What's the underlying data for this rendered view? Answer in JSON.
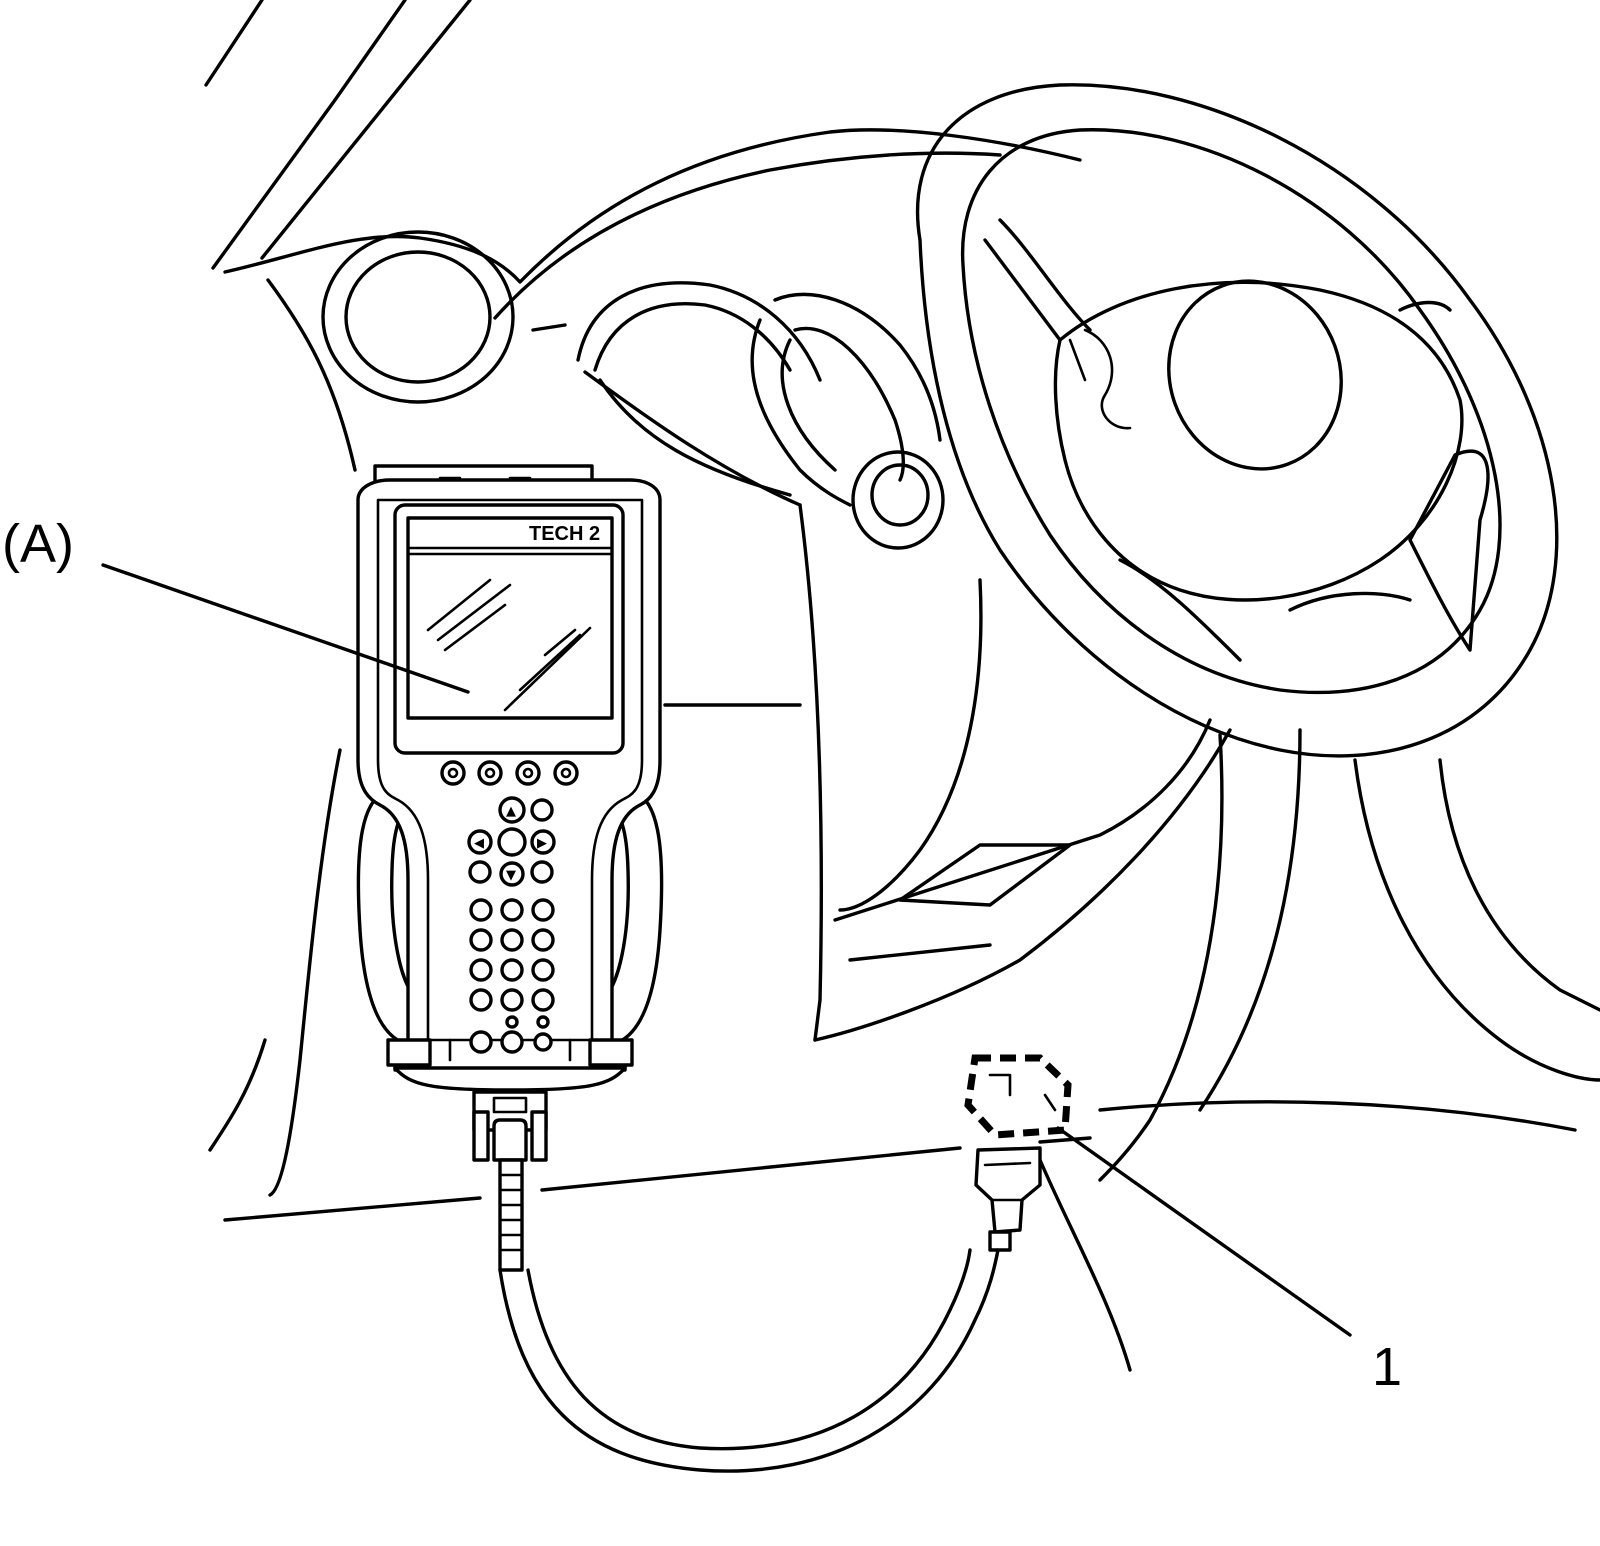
{
  "callouts": {
    "tool_label": "(A)",
    "connector_label": "1"
  },
  "tool": {
    "brand": "TECH 2"
  },
  "icons": {
    "arrow_up": "▲",
    "arrow_down": "▼",
    "arrow_left": "◀",
    "arrow_right": "▶"
  },
  "colors": {
    "line": "#000000",
    "background": "#ffffff"
  }
}
